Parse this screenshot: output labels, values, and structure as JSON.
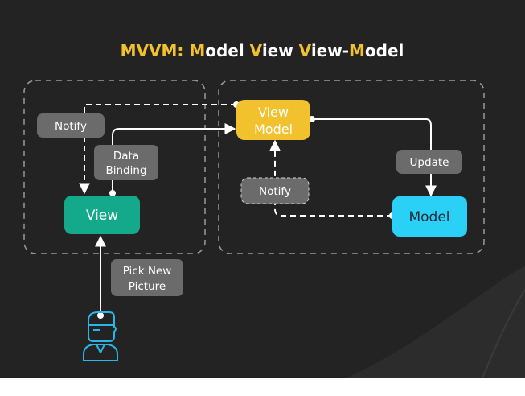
{
  "title": {
    "parts": [
      {
        "text": "MVVM: ",
        "accent": true
      },
      {
        "text": "M",
        "accent": true
      },
      {
        "text": "odel ",
        "accent": false
      },
      {
        "text": "V",
        "accent": true
      },
      {
        "text": "iew ",
        "accent": false
      },
      {
        "text": "V",
        "accent": true
      },
      {
        "text": "iew-",
        "accent": false
      },
      {
        "text": "M",
        "accent": true
      },
      {
        "text": "odel",
        "accent": false
      }
    ]
  },
  "nodes": {
    "viewmodel": {
      "line1": "View",
      "line2": "Model"
    },
    "view": {
      "label": "View"
    },
    "model": {
      "label": "Model"
    }
  },
  "edge_labels": {
    "notify_left": "Notify",
    "data_binding_line1": "Data",
    "data_binding_line2": "Binding",
    "update": "Update",
    "notify_right": "Notify",
    "pick_line1": "Pick New",
    "pick_line2": "Picture"
  },
  "actors": {
    "user": {
      "icon": "user-icon"
    }
  },
  "colors": {
    "background": "#232323",
    "accent": "#F2C12E",
    "title_plain": "#FFFFFF",
    "viewmodel_fill": "#F2C12E",
    "view_fill": "#14A98A",
    "model_fill": "#2AD0F5",
    "label_fill": "#6B6B6B",
    "user_icon": "#29B6E8"
  }
}
